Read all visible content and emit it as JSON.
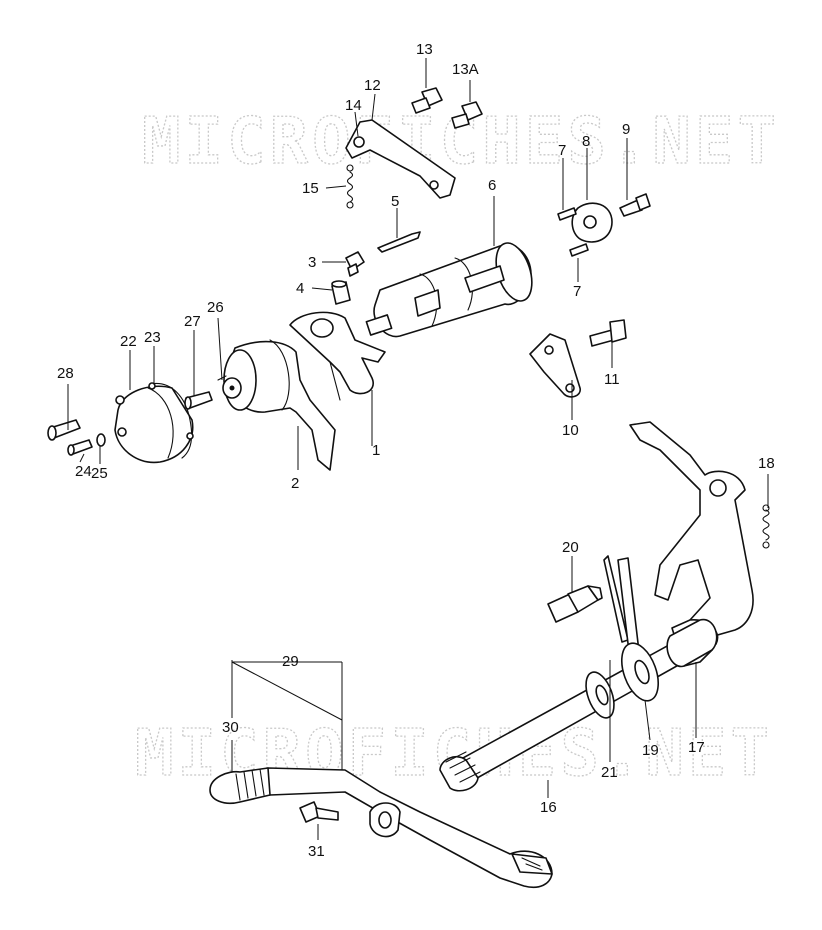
{
  "watermark": {
    "text": "MICROFICHES.NET",
    "color": "#c9c9c9"
  },
  "callouts": [
    {
      "id": "1",
      "label": "1"
    },
    {
      "id": "2",
      "label": "2"
    },
    {
      "id": "3",
      "label": "3"
    },
    {
      "id": "4",
      "label": "4"
    },
    {
      "id": "5",
      "label": "5"
    },
    {
      "id": "6",
      "label": "6"
    },
    {
      "id": "7a",
      "label": "7"
    },
    {
      "id": "7b",
      "label": "7"
    },
    {
      "id": "8",
      "label": "8"
    },
    {
      "id": "9",
      "label": "9"
    },
    {
      "id": "10",
      "label": "10"
    },
    {
      "id": "11",
      "label": "11"
    },
    {
      "id": "12",
      "label": "12"
    },
    {
      "id": "13",
      "label": "13"
    },
    {
      "id": "13A",
      "label": "13A"
    },
    {
      "id": "14",
      "label": "14"
    },
    {
      "id": "15",
      "label": "15"
    },
    {
      "id": "16",
      "label": "16"
    },
    {
      "id": "17",
      "label": "17"
    },
    {
      "id": "18",
      "label": "18"
    },
    {
      "id": "19",
      "label": "19"
    },
    {
      "id": "20",
      "label": "20"
    },
    {
      "id": "21",
      "label": "21"
    },
    {
      "id": "22",
      "label": "22"
    },
    {
      "id": "23",
      "label": "23"
    },
    {
      "id": "24",
      "label": "24"
    },
    {
      "id": "25",
      "label": "25"
    },
    {
      "id": "26",
      "label": "26"
    },
    {
      "id": "27",
      "label": "27"
    },
    {
      "id": "28",
      "label": "28"
    },
    {
      "id": "29",
      "label": "29"
    },
    {
      "id": "30",
      "label": "30"
    },
    {
      "id": "31",
      "label": "31"
    }
  ]
}
